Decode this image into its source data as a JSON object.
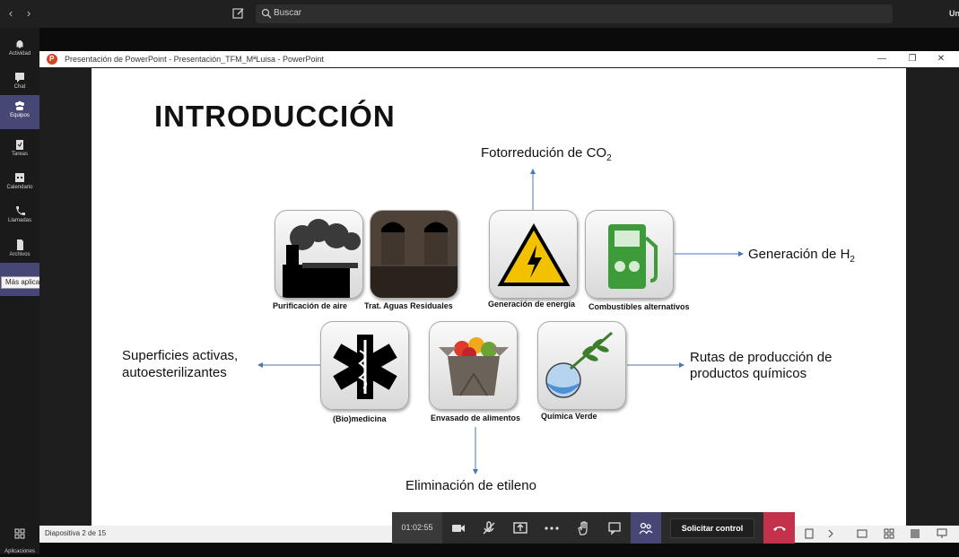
{
  "topbar": {
    "search_placeholder": "Buscar",
    "user_initials": "Un"
  },
  "rail": {
    "items": [
      {
        "label": "Actividad",
        "icon": "bell-icon"
      },
      {
        "label": "Chat",
        "icon": "chat-icon"
      },
      {
        "label": "Equipos",
        "icon": "teams-icon",
        "active": true
      },
      {
        "label": "Tareas",
        "icon": "tasks-icon"
      },
      {
        "label": "Calendario",
        "icon": "calendar-icon"
      },
      {
        "label": "Llamadas",
        "icon": "phone-icon"
      },
      {
        "label": "Archivos",
        "icon": "file-icon"
      }
    ],
    "tooltip": "Más aplicaciones agregadas",
    "apps_label": "Aplicaciones"
  },
  "ppt": {
    "window_title": "Presentación de PowerPoint  -  Presentación_TFM_MªLuisa - PowerPoint",
    "logo_letter": "P",
    "status": "Diapositiva 2 de 15",
    "accent": "#d24726"
  },
  "slide": {
    "title": "INTRODUCCIÓN",
    "texts": {
      "fotorreduccion": "Fotorredución de CO",
      "fotorreduccion_sub": "2",
      "generacion_h": "Generación de H",
      "generacion_h_sub": "2",
      "superficies_1": "Superficies activas,",
      "superficies_2": "autoesterilizantes",
      "rutas_1": "Rutas  de  producción  de",
      "rutas_2": "productos químicos",
      "etileno": "Eliminación de etileno"
    },
    "captions": {
      "aire": "Purificación de aire",
      "aguas": "Trat. Aguas Residuales",
      "energia": "Generación de energía",
      "combustibles": "Combustibles alternativos",
      "biomedicina": "(Bio)medicina",
      "alimentos": "Envasado de alimentos",
      "quimica": "Química Verde"
    }
  },
  "meeting": {
    "timer": "01:02:55",
    "control_label": "Solicitar control",
    "hangup_color": "#c4314b"
  }
}
